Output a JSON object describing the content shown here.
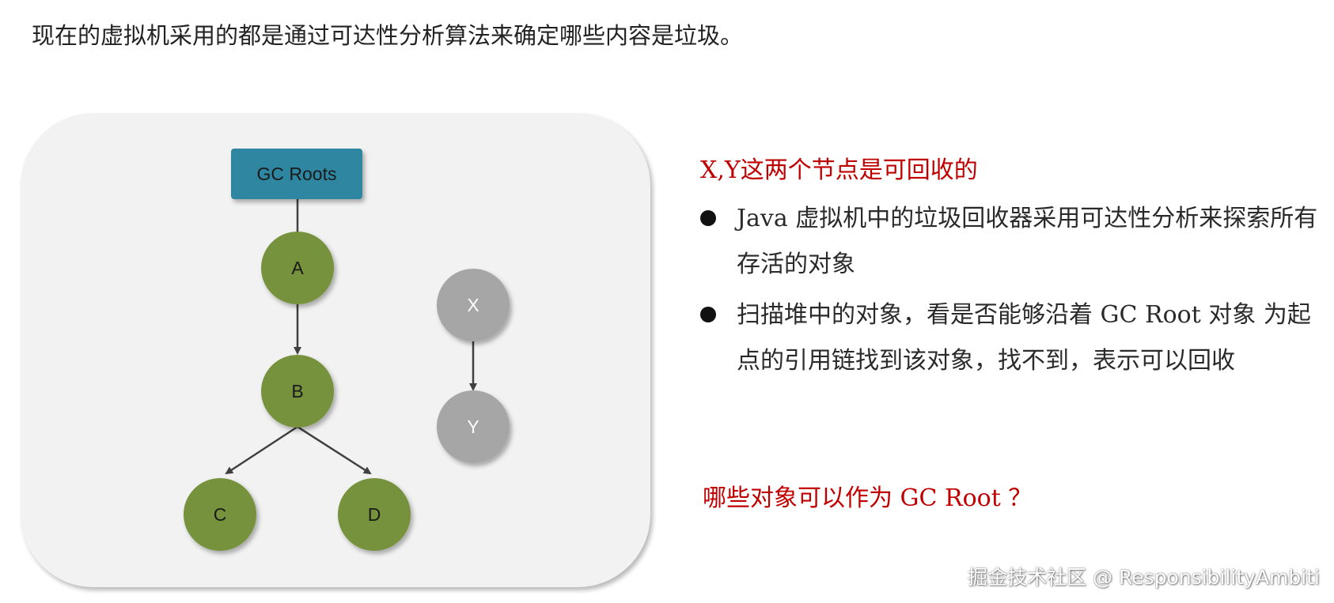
{
  "intro_text": "现在的虚拟机采用的都是通过可达性分析算法来确定哪些内容是垃圾。",
  "diagram": {
    "root": {
      "label": "GC Roots",
      "color": "#2e86a0"
    },
    "reachable_nodes": [
      {
        "id": "A",
        "label": "A"
      },
      {
        "id": "B",
        "label": "B"
      },
      {
        "id": "C",
        "label": "C"
      },
      {
        "id": "D",
        "label": "D"
      }
    ],
    "unreachable_nodes": [
      {
        "id": "X",
        "label": "X"
      },
      {
        "id": "Y",
        "label": "Y"
      }
    ],
    "edges": [
      {
        "from": "GC Roots",
        "to": "A"
      },
      {
        "from": "A",
        "to": "B"
      },
      {
        "from": "B",
        "to": "C"
      },
      {
        "from": "B",
        "to": "D"
      },
      {
        "from": "X",
        "to": "Y"
      }
    ],
    "colors": {
      "reachable": "#76923c",
      "unreachable": "#a6a6a6",
      "edge": "#404040"
    }
  },
  "explanation": {
    "title": "X,Y这两个节点是可回收的",
    "bullets": [
      "Java  虚拟机中的垃圾回收器采用可达性分析来探索所有存活的对象",
      "扫描堆中的对象，看是否能够沿着 GC Root 对象 为起点的引用链找到该对象，找不到，表示可以回收"
    ],
    "question": "哪些对象可以作为 GC Root ？",
    "accent_color": "#c00000"
  },
  "watermark": "掘金技术社区 @ ResponsibilityAmbiti"
}
